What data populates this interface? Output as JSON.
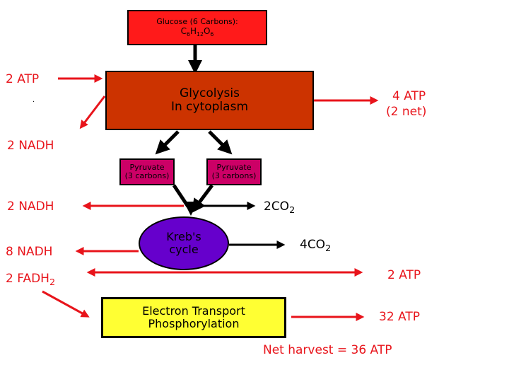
{
  "glucose": {
    "title": "Glucose (6 Carbons):",
    "formula_c": "C",
    "formula_c_sub": "6",
    "formula_h": "H",
    "formula_h_sub": "12",
    "formula_o": "O",
    "formula_o_sub": "6"
  },
  "glycolysis": {
    "line1": "Glycolysis",
    "line2": "In cytoplasm"
  },
  "pyruvate_left": {
    "line1": "Pyruvate",
    "line2": "(3 carbons)"
  },
  "pyruvate_right": {
    "line1": "Pyruvate",
    "line2": "(3 carbons)"
  },
  "krebs": {
    "line1": "Kreb's",
    "line2": "cycle"
  },
  "etc": {
    "line1": "Electron Transport",
    "line2": "Phosphorylation"
  },
  "labels": {
    "atp_in": "2 ATP",
    "dot": ".",
    "nadh_glycolysis": "2 NADH",
    "atp_out": "4 ATP",
    "atp_net": "(2 net)",
    "nadh_pyruvate": "2 NADH",
    "co2_pyruvate_num": "2CO",
    "co2_pyruvate_sub": "2",
    "co2_krebs_num": "4CO",
    "co2_krebs_sub": "2",
    "nadh_krebs": "8 NADH",
    "fadh_main": "2 FADH",
    "fadh_sub": "2",
    "atp_krebs": "2 ATP",
    "atp_etc": "32 ATP",
    "net_harvest": "Net harvest = 36 ATP"
  },
  "colors": {
    "glucose_box": "#ff1a1a",
    "glycolysis_box": "#cc3300",
    "pyruvate_box": "#cc0066",
    "krebs_circle": "#6600cc",
    "etc_box": "#ffff33",
    "red_arrow": "#e8141b",
    "black_arrow": "#000000"
  }
}
